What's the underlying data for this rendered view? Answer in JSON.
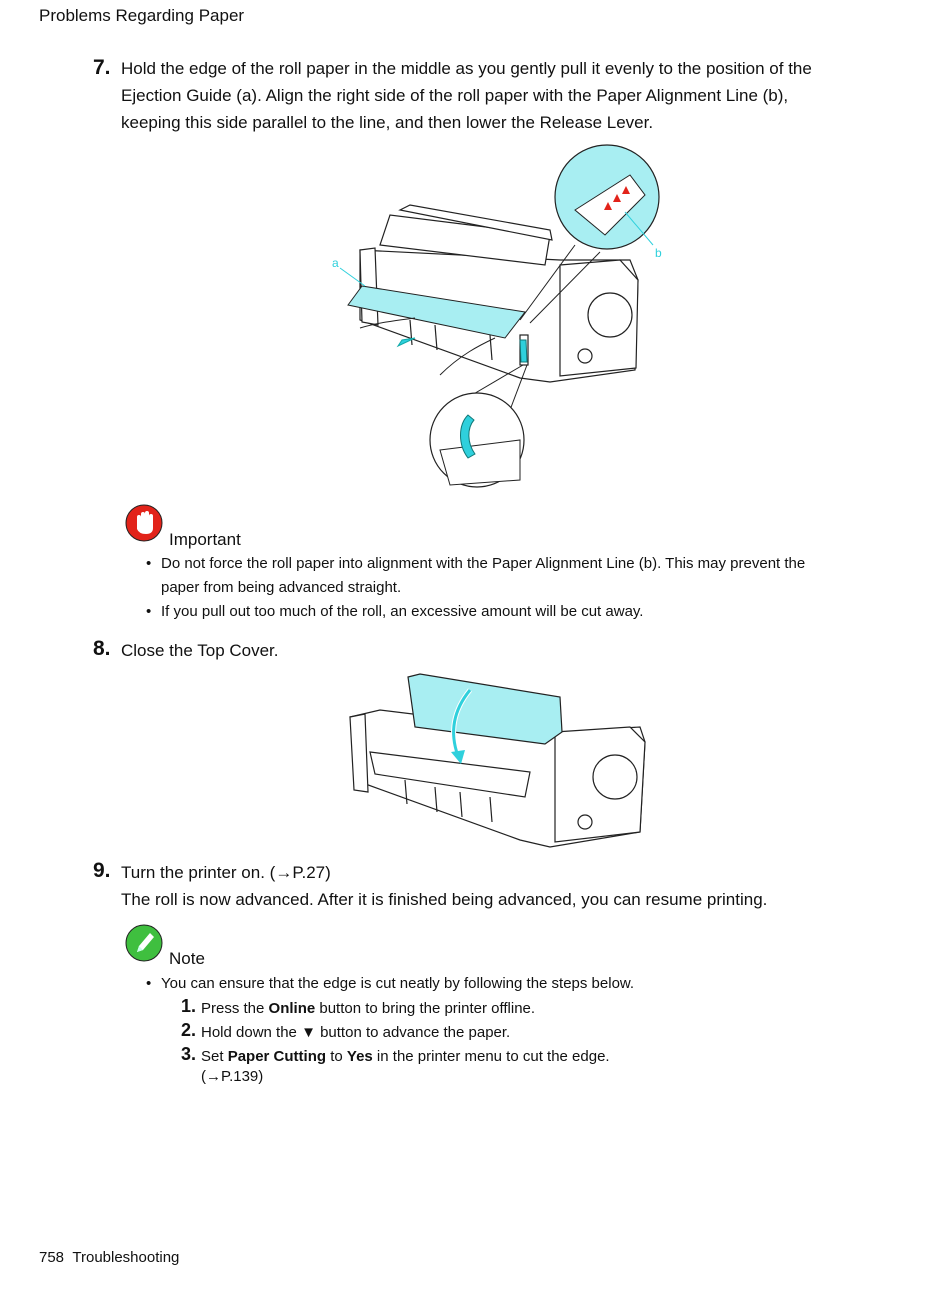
{
  "header": {
    "section_title": "Problems Regarding Paper"
  },
  "step7": {
    "number": "7.",
    "line1": "Hold the edge of the roll paper in the middle as you gently pull it evenly to the position of the",
    "line2": "Ejection Guide (a).  Align the right side of the roll paper with the Paper Alignment Line (b),",
    "line3": "keeping this side parallel to the line, and then lower the Release Lever.",
    "callout_a": "a",
    "callout_b": "b"
  },
  "important": {
    "title": "Important",
    "bullet1_line1": "Do not force the roll paper into alignment with the Paper Alignment Line (b).  This may prevent the",
    "bullet1_line2": "paper from being advanced straight.",
    "bullet2": "If you pull out too much of the roll, an excessive amount will be cut away."
  },
  "step8": {
    "number": "8.",
    "text": "Close the Top Cover."
  },
  "step9": {
    "number": "9.",
    "line1": "Turn the printer on.  (→P.27)",
    "line2": "The roll is now advanced.  After it is finished being advanced, you can resume printing."
  },
  "note": {
    "title": "Note",
    "bullet": "You can ensure that the edge is cut neatly by following the steps below.",
    "sub1_num": "1.",
    "sub1_pre": "Press the ",
    "sub1_bold": "Online",
    "sub1_post": " button to bring the printer offline.",
    "sub2_num": "2.",
    "sub2_text": "Hold down the ▼ button to advance the paper.",
    "sub3_num": "3.",
    "sub3_pre": "Set ",
    "sub3_bold1": "Paper Cutting",
    "sub3_mid": " to ",
    "sub3_bold2": "Yes",
    "sub3_post": " in the printer menu to cut the edge.",
    "sub3_ref": "(→P.139)"
  },
  "footer": {
    "page_number": "758",
    "section": "Troubleshooting"
  },
  "colors": {
    "highlight_cyan": "#a8eef2",
    "accent_cyan": "#2fd0dc",
    "important_red": "#e2231a",
    "note_green": "#3fbf3f"
  },
  "icons": {
    "important": "hand-stop-icon",
    "note": "pencil-icon"
  }
}
